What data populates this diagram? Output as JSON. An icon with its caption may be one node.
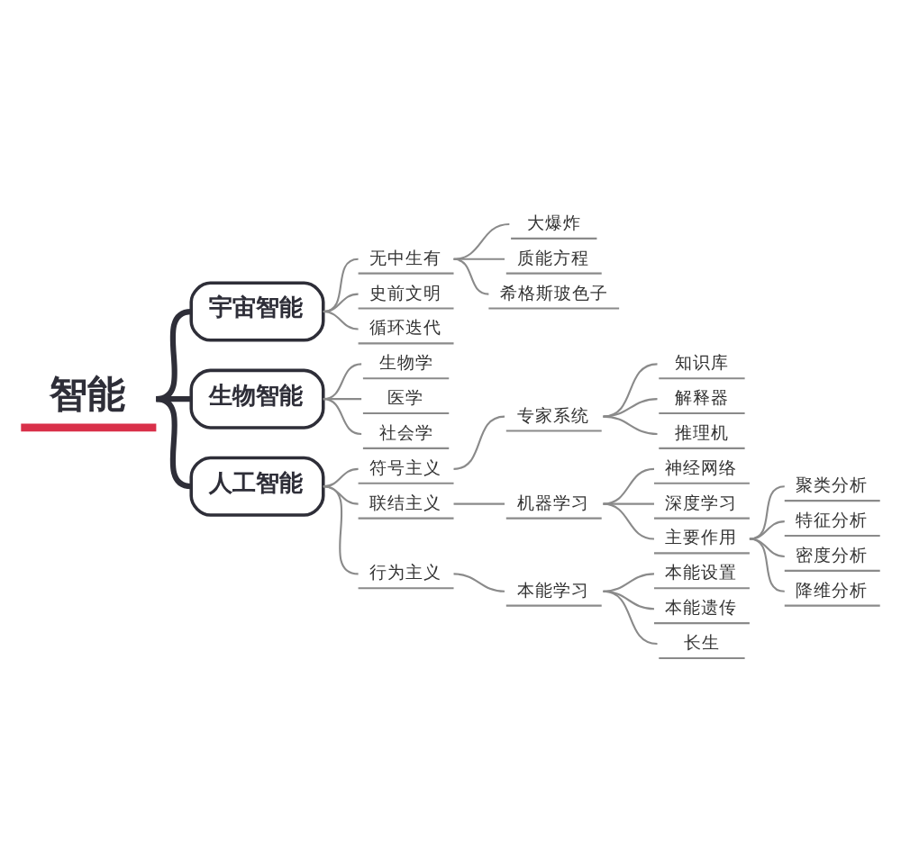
{
  "diagram": {
    "nodes": [
      {
        "text": [
          "智能"
        ]
      },
      {
        "text": [
          "宇宙智能"
        ]
      },
      {
        "text": [
          "无中生有"
        ]
      },
      {
        "text": [
          "大爆炸"
        ]
      },
      {
        "text": [
          "质能方程"
        ]
      },
      {
        "text": [
          "希格斯玻色子"
        ]
      },
      {
        "text": [
          "史前文明"
        ]
      },
      {
        "text": [
          "循环迭代"
        ]
      },
      {
        "text": [
          "生物智能"
        ]
      },
      {
        "text": [
          "生物学"
        ]
      },
      {
        "text": [
          "医学"
        ]
      },
      {
        "text": [
          "社会学"
        ]
      },
      {
        "text": [
          "人工智能"
        ]
      },
      {
        "text": [
          "符号主义"
        ]
      },
      {
        "text": [
          "专家系统"
        ]
      },
      {
        "text": [
          "知识库"
        ]
      },
      {
        "text": [
          "解释器"
        ]
      },
      {
        "text": [
          "推理机"
        ]
      },
      {
        "text": [
          "联结主义"
        ]
      },
      {
        "text": [
          "机器学习"
        ]
      },
      {
        "text": [
          "神经网络"
        ]
      },
      {
        "text": [
          "深度学习"
        ]
      },
      {
        "text": [
          "主要作用"
        ]
      },
      {
        "text": [
          "聚类分析"
        ]
      },
      {
        "text": [
          "特征分析"
        ]
      },
      {
        "text": [
          "密度分析"
        ]
      },
      {
        "text": [
          "降维分析"
        ]
      },
      {
        "text": [
          "行为主义"
        ]
      },
      {
        "text": [
          "本能学习"
        ]
      },
      {
        "text": [
          "本能设置"
        ]
      },
      {
        "text": [
          "本能遗传"
        ]
      },
      {
        "text": [
          "长生"
        ]
      }
    ],
    "edges": [
      {
        "from": 0,
        "to": 1,
        "arrow": "none",
        "style": "thick",
        "color": "#2e2e38"
      },
      {
        "from": 1,
        "to": 2,
        "arrow": "none"
      },
      {
        "from": 2,
        "to": 3,
        "arrow": "none"
      },
      {
        "from": 2,
        "to": 4,
        "arrow": "none"
      },
      {
        "from": 2,
        "to": 5,
        "arrow": "none"
      },
      {
        "from": 1,
        "to": 6,
        "arrow": "none"
      },
      {
        "from": 1,
        "to": 7,
        "arrow": "none"
      },
      {
        "from": 0,
        "to": 8,
        "arrow": "none",
        "style": "thick",
        "color": "#2e2e38"
      },
      {
        "from": 8,
        "to": 9,
        "arrow": "none"
      },
      {
        "from": 8,
        "to": 10,
        "arrow": "none"
      },
      {
        "from": 8,
        "to": 11,
        "arrow": "none"
      },
      {
        "from": 0,
        "to": 12,
        "arrow": "none",
        "style": "thick",
        "color": "#2e2e38"
      },
      {
        "from": 12,
        "to": 13,
        "arrow": "none"
      },
      {
        "from": 13,
        "to": 14,
        "arrow": "none"
      },
      {
        "from": 14,
        "to": 15,
        "arrow": "none"
      },
      {
        "from": 14,
        "to": 16,
        "arrow": "none"
      },
      {
        "from": 14,
        "to": 17,
        "arrow": "none"
      },
      {
        "from": 12,
        "to": 18,
        "arrow": "none"
      },
      {
        "from": 18,
        "to": 19,
        "arrow": "none"
      },
      {
        "from": 19,
        "to": 20,
        "arrow": "none"
      },
      {
        "from": 19,
        "to": 21,
        "arrow": "none"
      },
      {
        "from": 19,
        "to": 22,
        "arrow": "none"
      },
      {
        "from": 22,
        "to": 23,
        "arrow": "none"
      },
      {
        "from": 22,
        "to": 24,
        "arrow": "none"
      },
      {
        "from": 22,
        "to": 25,
        "arrow": "none"
      },
      {
        "from": 22,
        "to": 26,
        "arrow": "none"
      },
      {
        "from": 12,
        "to": 27,
        "arrow": "none"
      },
      {
        "from": 27,
        "to": 28,
        "arrow": "none"
      },
      {
        "from": 28,
        "to": 29,
        "arrow": "none"
      },
      {
        "from": 28,
        "to": 30,
        "arrow": "none"
      },
      {
        "from": 28,
        "to": 31,
        "arrow": "none"
      }
    ]
  }
}
